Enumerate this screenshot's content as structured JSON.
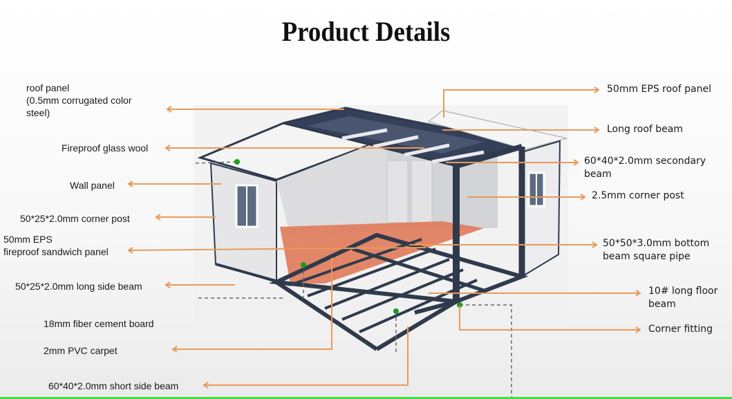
{
  "title": "Product Details",
  "colors": {
    "leader_line": "#e89a5a",
    "frame": "#2f3a4c",
    "floor": "#e07a5a",
    "marker": "#1e9a1e",
    "bottom_bar": "#3ee03e"
  },
  "left_labels": [
    {
      "id": "roof-panel",
      "lines": [
        "roof panel",
        "(0.5mm corrugated color",
        "steel)"
      ]
    },
    {
      "id": "fireproof-glass-wool",
      "lines": [
        "Fireproof glass wool"
      ]
    },
    {
      "id": "wall-panel",
      "lines": [
        "Wall panel"
      ]
    },
    {
      "id": "corner-post-left",
      "lines": [
        "50*25*2.0mm corner post"
      ]
    },
    {
      "id": "eps-sandwich-panel",
      "lines": [
        "50mm EPS",
        "fireproof sandwich panel"
      ]
    },
    {
      "id": "long-side-beam",
      "lines": [
        "50*25*2.0mm long side beam"
      ]
    },
    {
      "id": "fiber-cement-board",
      "lines": [
        "18mm fiber cement board"
      ]
    },
    {
      "id": "pvc-carpet",
      "lines": [
        "2mm PVC carpet"
      ]
    },
    {
      "id": "short-side-beam",
      "lines": [
        "60*40*2.0mm short side beam"
      ]
    }
  ],
  "right_labels": [
    {
      "id": "eps-roof-panel",
      "lines": [
        "50mm EPS roof panel"
      ]
    },
    {
      "id": "long-roof-beam",
      "lines": [
        "Long roof beam"
      ]
    },
    {
      "id": "secondary-beam",
      "lines": [
        "60*40*2.0mm secondary",
        "beam"
      ]
    },
    {
      "id": "corner-post-right",
      "lines": [
        "2.5mm corner post"
      ]
    },
    {
      "id": "bottom-beam",
      "lines": [
        "50*50*3.0mm bottom",
        "beam square pipe"
      ]
    },
    {
      "id": "long-floor-beam",
      "lines": [
        "10# long floor",
        "beam"
      ]
    },
    {
      "id": "corner-fitting",
      "lines": [
        "Corner fitting"
      ]
    }
  ]
}
